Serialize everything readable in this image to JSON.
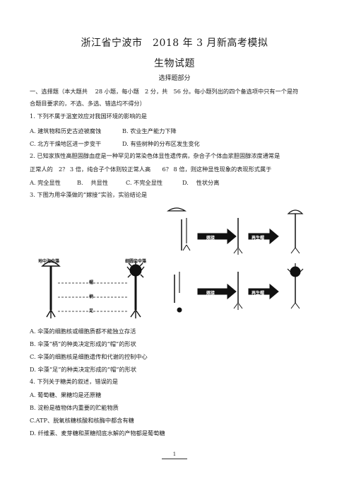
{
  "header": {
    "title": "浙江省宁波市　2018 年 3 月新高考模拟",
    "subtitle": "生物试题",
    "section": "选择题部分"
  },
  "instructions": {
    "line1": "一、选择题（本大题共　 28 小题，每小题　2 分，共　56 分。每小题列出的四个备选项中只有一个是符",
    "line2": "合题目要求的，不选、多选、错选均不得分）"
  },
  "q1": {
    "stem": "1. 下列不属于温室效应对我国环境的影响的是",
    "a": "A. 建筑物和历史古迹被腐蚀",
    "b": "B. 农业生产能力下降",
    "c": "C. 北方干燥地区进一步变干",
    "d": "D. 有些树种的分布区发生变化"
  },
  "q2": {
    "stem1": "2. 已知家族性高胆固醇血症是一种罕见的常染色体显性遗传病，杂合子个体血浆胆固醇浓度通常是",
    "stem2": "正常人的　2？ 3 倍，纯合子个体则较正常人高　　6？ 8 倍，则这种显性现象的表现形式属于",
    "a": "A. 完全显性",
    "b": "B.　 共显性",
    "c": "C.  不完全显性",
    "d": "D.　 性状分离"
  },
  "q3": {
    "stem": "3. 下图为用伞藻做的“嫁接”实验，实验结论是",
    "figure": {
      "left_label": "地中海伞藻",
      "right_label": "细圆齿伞藻",
      "cap": "帽",
      "stalk": "柄",
      "foot": "足",
      "graft": "嫁接",
      "regrow": "再生帽"
    },
    "a": "A. 伞藻的细胞核或细胞质都不能独立存活",
    "b": "B. 伞藻“柄”的种类决定形成的“帽”的形状",
    "c": "C. 伞藻的细胞核是细胞遗传和代谢的控制中心",
    "d": "D. 伞藻“足”的种类决定形成的“帽”的形状"
  },
  "q4": {
    "stem": "4. 下列关于糖类的叙述，错误的是",
    "a": "A. 葡萄糖、果糖均是还原糖",
    "b": "B. 淀粉是植物体内重要的贮能物质",
    "c": "C.ATP、脱氧核糖核酸和核酶中都含有糖",
    "d": "D. 纤维素、麦芽糖和蔗糖彻底水解的产物都是葡萄糖"
  },
  "footer": {
    "page": "1"
  }
}
